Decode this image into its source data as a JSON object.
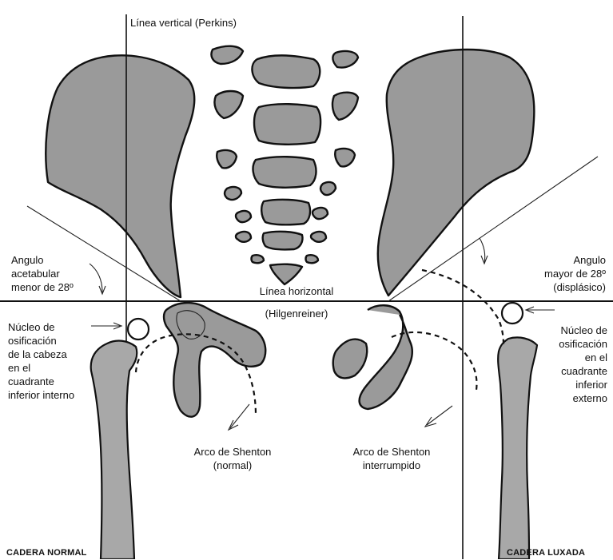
{
  "labels": {
    "perkins": "Línea vertical (Perkins)",
    "hilgenreiner_1": "Línea horizontal",
    "hilgenreiner_2": "(Hilgenreiner)",
    "angle_left": "Angulo\nacetabular\nmenor de 28º",
    "angle_right": "Angulo\nmayor de 28º\n(displásico)",
    "nucleus_left": "Núcleo de\nosificación\nde la cabeza\nen el\ncuadrante\ninferior interno",
    "nucleus_right": "Núcleo de\nosificación\nen el\ncuadrante\ninferior\nexterno",
    "shenton_normal": "Arco de Shenton\n(normal)",
    "shenton_interrupted": "Arco de Shenton\ninterrumpido",
    "hip_normal": "CADERA NORMAL",
    "hip_dislocated": "CADERA LUXADA"
  },
  "colors": {
    "bone_fill": "#9a9a9a",
    "outline": "#111111",
    "background": "#ffffff"
  }
}
